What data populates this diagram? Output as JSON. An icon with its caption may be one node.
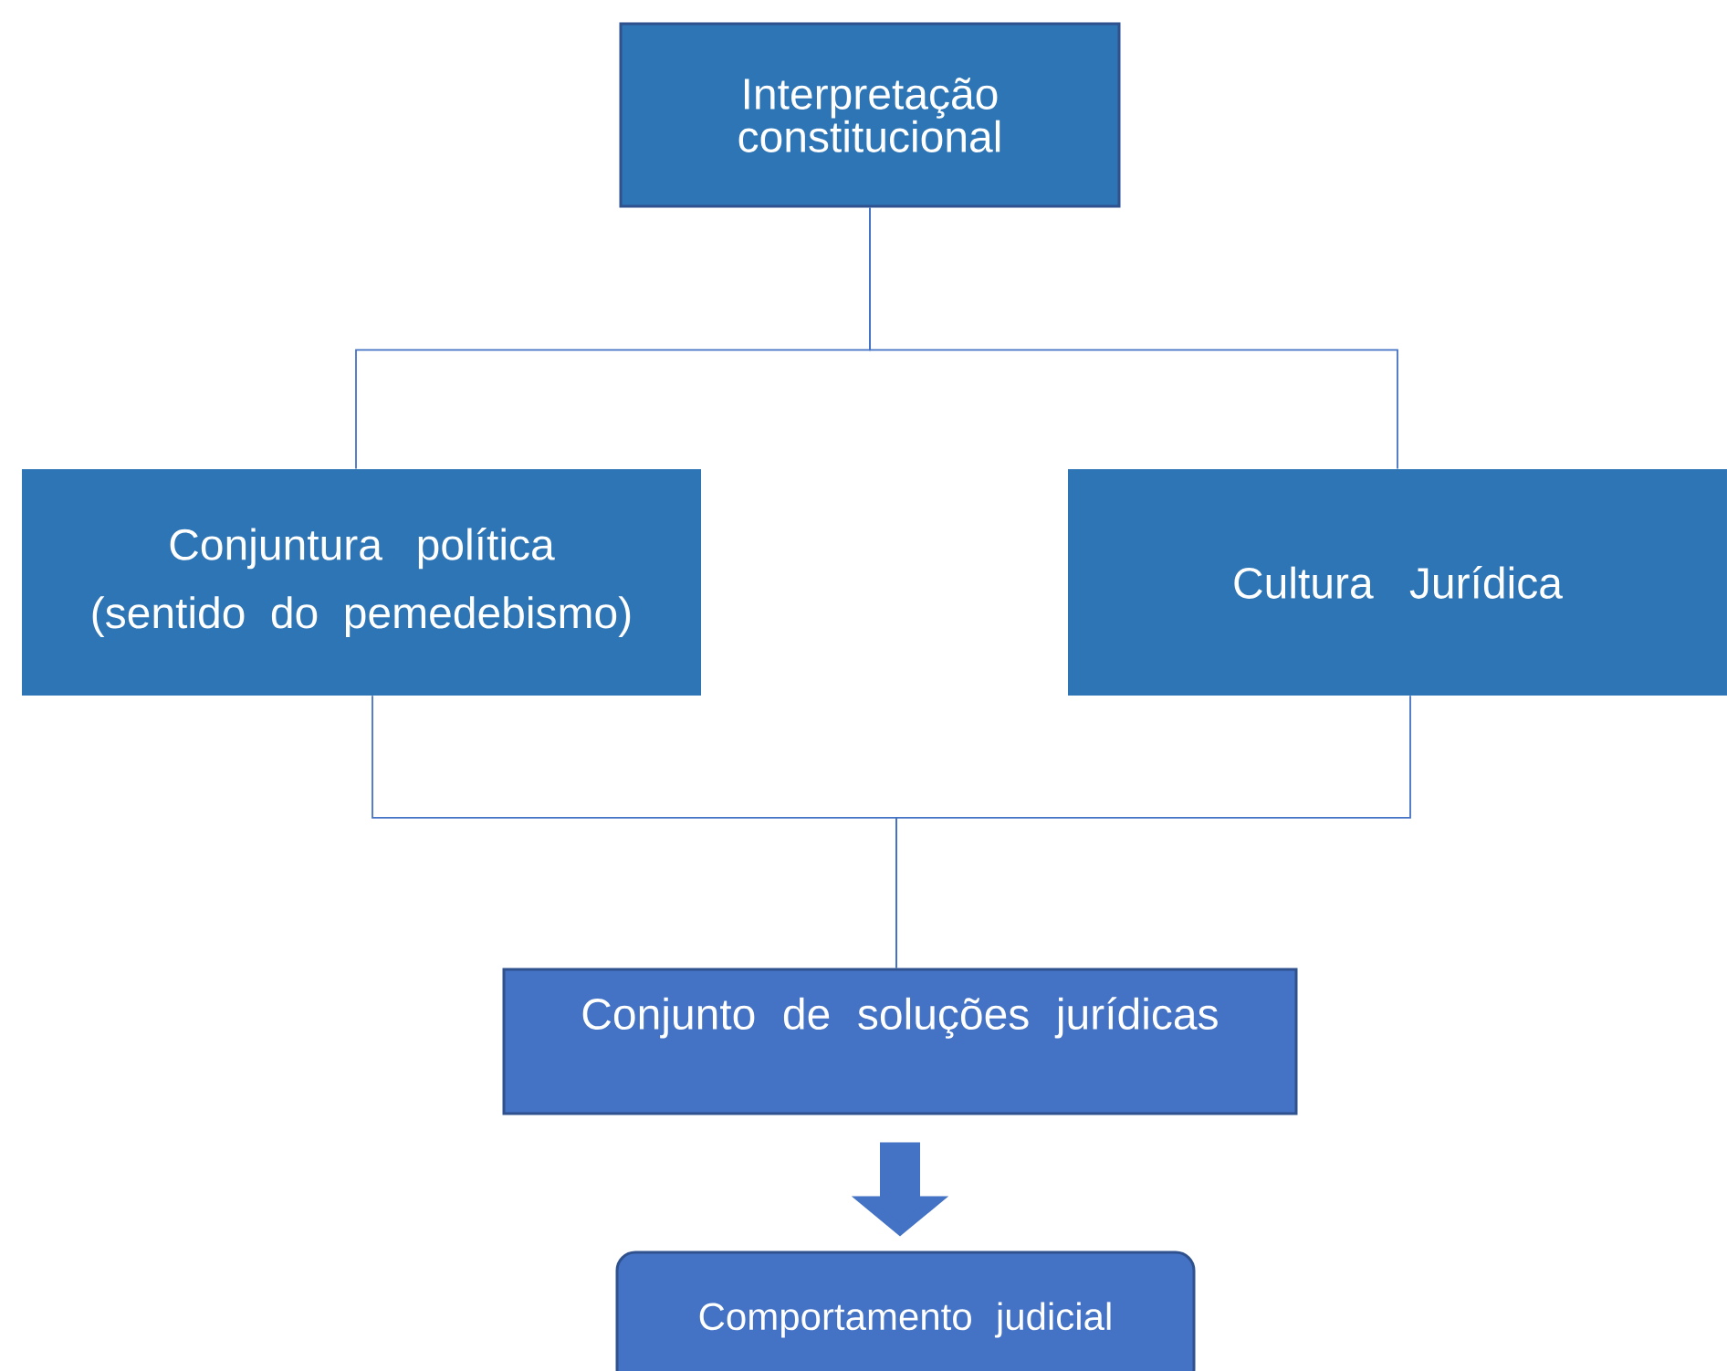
{
  "diagram": {
    "nodes": [
      {
        "text": [
          "Interpretação constitucional"
        ]
      },
      {
        "text": [
          "Conjuntura política",
          "(sentido do pemedebismo)"
        ]
      },
      {
        "text": [
          "Cultura Jurídica"
        ]
      },
      {
        "text": [
          "Conjunto de soluções jurídicas"
        ]
      },
      {
        "text": [
          "Comportamento judicial"
        ]
      }
    ],
    "edges": [
      {
        "from": 0,
        "to": 1,
        "arrow": "none"
      },
      {
        "from": 0,
        "to": 2,
        "arrow": "none"
      },
      {
        "from": 1,
        "to": 3,
        "arrow": "none"
      },
      {
        "from": 2,
        "to": 3,
        "arrow": "none"
      },
      {
        "from": 3,
        "to": 4,
        "arrow": "to",
        "style": "thick"
      }
    ]
  }
}
